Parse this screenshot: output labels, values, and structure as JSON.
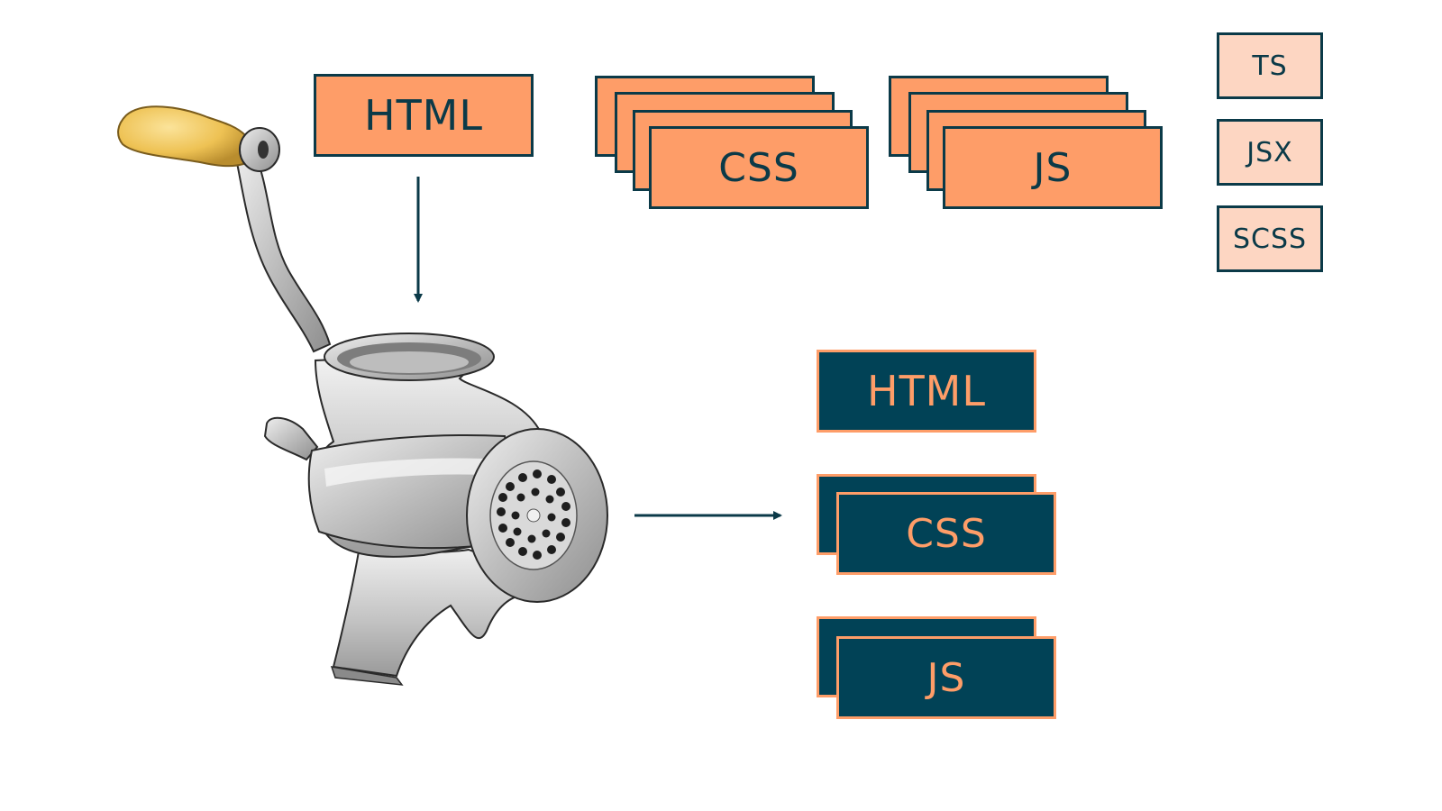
{
  "colors": {
    "source_fill": "#fe9d68",
    "output_fill": "#014256",
    "dark": "#0b3a48",
    "extension_fill": "#fdd6c2",
    "arrow": "#0b3a48",
    "handle_knob": "#f1c75a",
    "metal": "#c9c9c9"
  },
  "illustration": {
    "name": "meat-grinder"
  },
  "inputs": {
    "html": "HTML",
    "css": "CSS",
    "js": "JS"
  },
  "extensions": {
    "ts": "TS",
    "jsx": "JSX",
    "scss": "SCSS"
  },
  "outputs": {
    "html": "HTML",
    "css": "CSS",
    "js": "JS"
  }
}
